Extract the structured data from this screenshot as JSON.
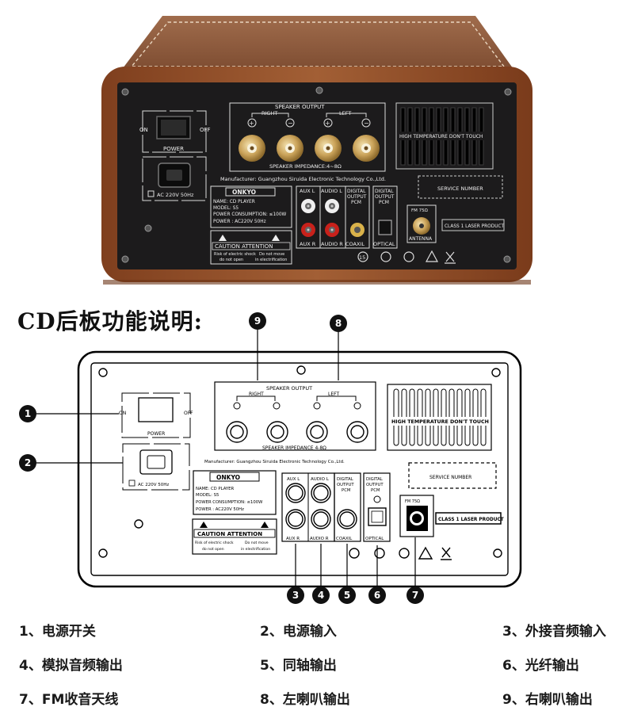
{
  "photo": {
    "power_on": "ON",
    "power_off": "OFF",
    "power_label": "POWER",
    "ac_label": "AC 220V 50Hz",
    "speaker_output": "SPEAKER OUTPUT",
    "right": "RIGHT",
    "left": "LEFT",
    "impedance": "SPEAKER IMPEDANCE:4~8Ω",
    "manufacturer": "Manufacturer:  Guangzhou Siruida Electronic Technology Co.,Ltd.",
    "heat_warning": "HIGH TEMPERATURE DON'T TOUCH",
    "service_number": "SERVICE NUMBER",
    "brand": "ONKYO",
    "spec_lines": [
      "NAME:  CD PLAYER",
      "MODEL:  S5",
      "POWER CONSUMPTION:  ≤100W",
      "POWER :  AC220V 50Hz"
    ],
    "caution": "CAUTION  ATTENTION",
    "caution_left": [
      "Risk of electric shock",
      "do not open"
    ],
    "caution_right": [
      "Do not move",
      "in electrification"
    ],
    "aux_l": "AUX L",
    "aux_r": "AUX R",
    "audio_l": "AUDIO L",
    "audio_r": "AUDIO R",
    "digital_output_1": "DIGITAL",
    "digital_output_2": "OUTPUT",
    "digital_output_3": "PCM",
    "coaxil": "COAXIL",
    "optical": "OPTICAL",
    "fm": "FM 75Ω",
    "antenna": "ANTENNA",
    "laser": "CLASS 1 LASER PRODUCT",
    "badge_15": "15"
  },
  "heading": "CD后板功能说明:",
  "diagram": {
    "callouts": [
      "1",
      "2",
      "3",
      "4",
      "5",
      "6",
      "7",
      "8",
      "9"
    ],
    "power_on": "ON",
    "power_off": "OFF",
    "power_label": "POWER",
    "ac_label": "AC 220V 50Hz",
    "speaker_output": "SPEAKER OUTPUT",
    "right": "RIGHT",
    "left": "LEFT",
    "impedance": "SPEAKER IMPEDANCE 4-8Ω",
    "manufacturer": "Manufacturer:  Guangzhou Siruida Electronic Technology Co.,Ltd.",
    "heat_warning": "HIGH TEMPERATURE DON'T TOUCH",
    "service_number": "SERVICE NUMBER",
    "brand": "ONKYO",
    "spec_lines": [
      "NAME:  CD PLAYER",
      "MODEL:  S5",
      "POWER CONSUMPTION:  ≤100W",
      "POWER :  AC220V 50Hz"
    ],
    "caution": "CAUTION  ATTENTION",
    "caution_left": [
      "Risk of electric shock",
      "do not open"
    ],
    "caution_right": [
      "Do not move",
      "in electrification"
    ],
    "aux_l": "AUX L",
    "aux_r": "AUX R",
    "audio_l": "AUDIO L",
    "audio_r": "AUDIO R",
    "digital_output_1": "DIGITAL",
    "digital_output_2": "OUTPUT",
    "digital_output_3": "PCM",
    "coaxil": "COAXIL",
    "optical": "OPTICAL",
    "fm": "FM 75Ω",
    "laser": "CLASS 1 LASER PRODUCT"
  },
  "legend": [
    "1、电源开关",
    "2、电源输入",
    "3、外接音频输入",
    "4、模拟音频输出",
    "5、同轴输出",
    "6、光纤输出",
    "7、FM收音天线",
    "8、左喇叭输出",
    "9、右喇叭输出"
  ],
  "colors": {
    "wood": "#9a5a33",
    "leather": "#8f5a3b",
    "panel": "#1c1b1c",
    "red_jack": "#c8211b",
    "gold": "#d7b46a"
  }
}
